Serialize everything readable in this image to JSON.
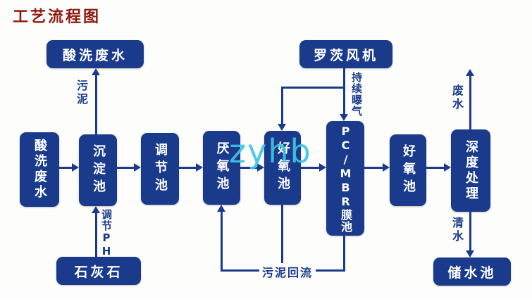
{
  "title": "工艺流程图",
  "watermark": "zyhb",
  "boxes": {
    "top_acid": "酸洗废水",
    "blower": "罗茨风机",
    "left_acid": "酸洗废水",
    "sedimentation": "沉淀池",
    "regulating": "调节池",
    "anaerobic": "厌氧池",
    "aerobic1": "好氧池",
    "mbr": "PC/MBR膜池",
    "aerobic2": "好氧池",
    "deep": "深度处理",
    "limestone": "石灰石",
    "storage": "储水池"
  },
  "labels": {
    "sludge": "污泥",
    "aeration": "持续曝气",
    "wastewater": "废水",
    "adjust_ph": "调节PH",
    "sludge_return": "污泥回流",
    "clear_water": "清水"
  },
  "colors": {
    "box_fill": "#1a3a8c",
    "box_text": "#ffffff",
    "line": "#1a3a8c",
    "title": "#8e1a0e",
    "label": "#1a3a8c",
    "watermark": "#3dc4e3",
    "background": "#fdfdfc"
  }
}
